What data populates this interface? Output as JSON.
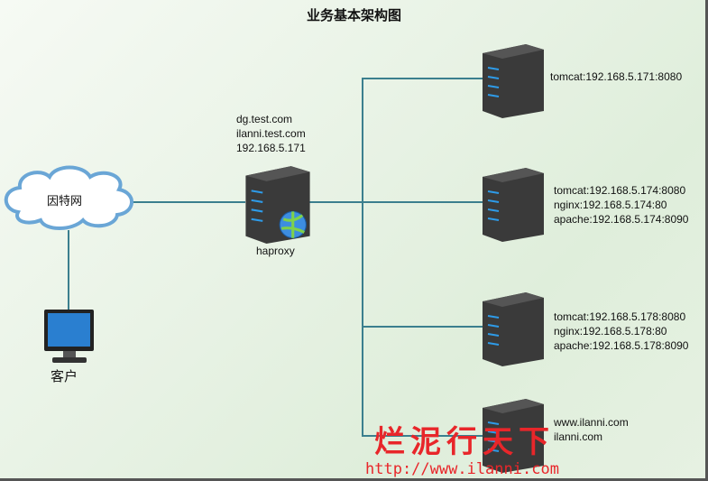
{
  "title": "业务基本架构图",
  "cloud": {
    "label": "因特网"
  },
  "client": {
    "label": "客户"
  },
  "haproxy": {
    "lines": [
      "dg.test.com",
      "ilanni.test.com",
      "192.168.5.171"
    ],
    "label": "haproxy"
  },
  "servers": [
    {
      "lines": [
        "tomcat:192.168.5.171:8080"
      ]
    },
    {
      "lines": [
        "tomcat:192.168.5.174:8080",
        "nginx:192.168.5.174:80",
        "apache:192.168.5.174:8090"
      ]
    },
    {
      "lines": [
        "tomcat:192.168.5.178:8080",
        "nginx:192.168.5.178:80",
        "apache:192.168.5.178:8090"
      ]
    },
    {
      "lines": [
        "www.ilanni.com",
        "ilanni.com"
      ]
    }
  ],
  "watermark": {
    "text": "烂泥行天下",
    "url": "http://www.ilanni.com"
  },
  "colors": {
    "line": "#3b7f8e",
    "watermark": "#e8262a"
  }
}
